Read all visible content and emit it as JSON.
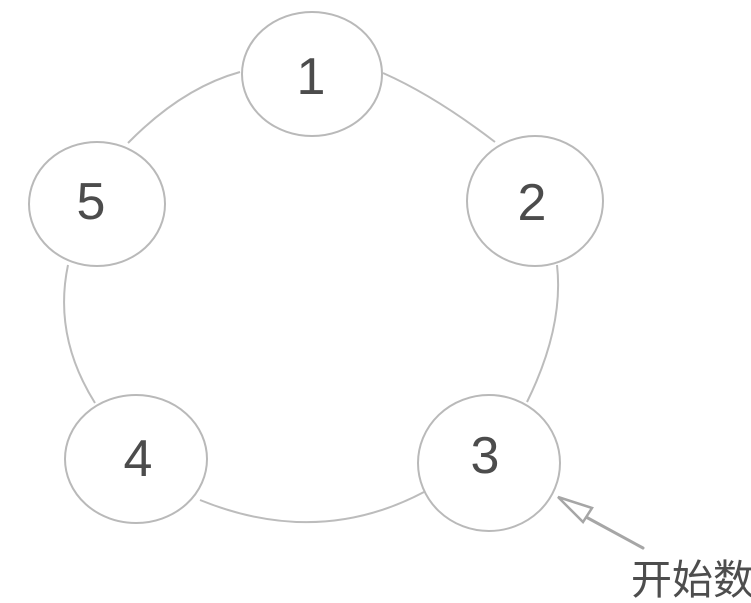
{
  "diagram": {
    "type": "ring-of-nodes",
    "nodes": [
      {
        "label": "1"
      },
      {
        "label": "2"
      },
      {
        "label": "3"
      },
      {
        "label": "4"
      },
      {
        "label": "5"
      }
    ],
    "annotation": {
      "label": "开始数",
      "target_node": "3"
    },
    "colors": {
      "background": "#ffffff",
      "node_outline": "#b9b9b9",
      "connector": "#bcbcbc",
      "node_text": "#4c4c4c",
      "arrow": "#a6a6a6",
      "annotation_text": "#4d4d4d"
    }
  }
}
